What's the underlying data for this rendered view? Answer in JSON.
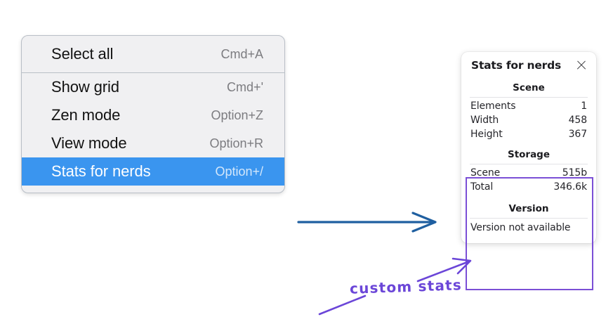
{
  "context_menu": {
    "name": "context-menu",
    "groups": [
      {
        "items": [
          {
            "label": "Select all",
            "shortcut": "Cmd+A",
            "selected": false
          }
        ]
      },
      {
        "items": [
          {
            "label": "Show grid",
            "shortcut": "Cmd+'",
            "selected": false
          },
          {
            "label": "Zen mode",
            "shortcut": "Option+Z",
            "selected": false
          },
          {
            "label": "View mode",
            "shortcut": "Option+R",
            "selected": false
          },
          {
            "label": "Stats for nerds",
            "shortcut": "Option+/",
            "selected": true
          }
        ]
      }
    ]
  },
  "stats_panel": {
    "title": "Stats for nerds",
    "close_icon": "close-icon",
    "sections": [
      {
        "heading": "Scene",
        "rows": [
          {
            "key": "Elements",
            "value": "1"
          },
          {
            "key": "Width",
            "value": "458"
          },
          {
            "key": "Height",
            "value": "367"
          }
        ]
      },
      {
        "heading": "Storage",
        "rows": [
          {
            "key": "Scene",
            "value": "515b"
          },
          {
            "key": "Total",
            "value": "346.6k"
          }
        ]
      },
      {
        "heading": "Version",
        "note": "Version not available"
      }
    ]
  },
  "annotations": {
    "handwritten_note": "custom stats",
    "note_color": "#6b46d8",
    "box_color": "#7b4fd6",
    "flow_arrow_color": "#1f5fa0",
    "highlight_color": "#3a95ef"
  }
}
